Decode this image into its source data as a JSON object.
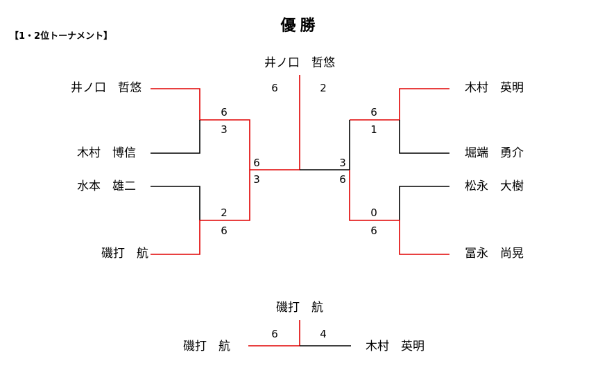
{
  "title": "優勝",
  "section_label": "【1・2位トーナメント】",
  "colors": {
    "winner_line": "#e00000",
    "loser_line": "#000000"
  },
  "champion": "井ノ口　哲悠",
  "final_scores": {
    "left": "6",
    "right": "2"
  },
  "left_bracket": {
    "players": [
      "井ノ口　哲悠",
      "木村　博信",
      "水本　雄二",
      "磯打　航"
    ],
    "match1": {
      "top": "6",
      "bottom": "3"
    },
    "match2": {
      "top": "2",
      "bottom": "6"
    },
    "semi": {
      "top": "6",
      "bottom": "3"
    }
  },
  "right_bracket": {
    "players": [
      "木村　英明",
      "堀端　勇介",
      "松永　大樹",
      "冨永　尚晃"
    ],
    "match1": {
      "top": "6",
      "bottom": "1"
    },
    "match2": {
      "top": "0",
      "bottom": "6"
    },
    "semi": {
      "top": "3",
      "bottom": "6"
    }
  },
  "third_place": {
    "winner": "磯打　航",
    "left_player": "磯打　航",
    "right_player": "木村　英明",
    "scores": {
      "left": "6",
      "right": "4"
    }
  }
}
